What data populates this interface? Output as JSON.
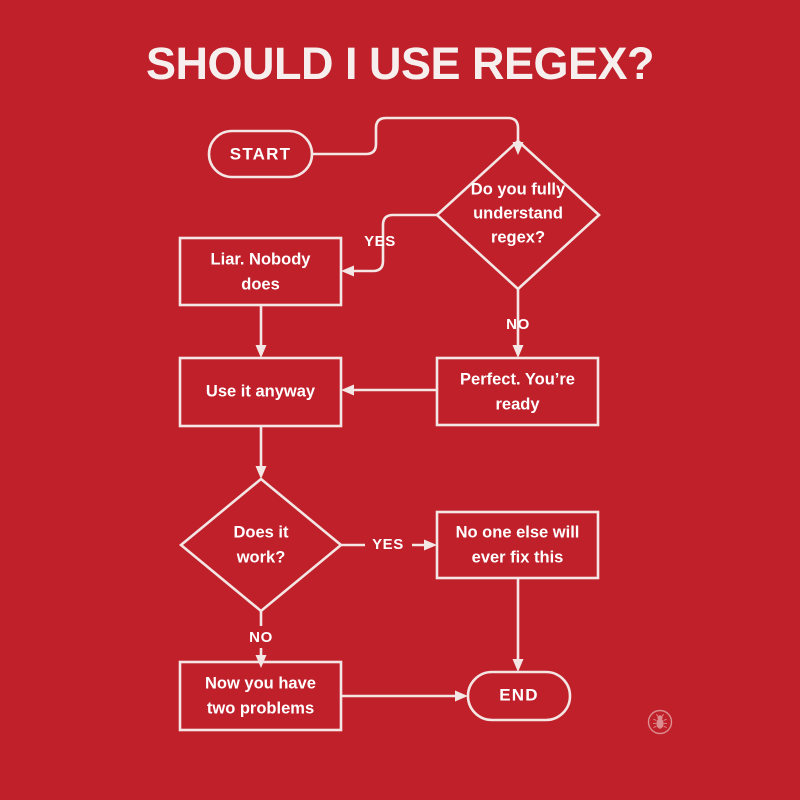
{
  "poster": {
    "title": "SHOULD I USE REGEX?",
    "background_color": "#c0202a",
    "line_color": "#f3e6e4",
    "text_color": "#ffffff"
  },
  "flowchart": {
    "nodes": [
      {
        "id": "start",
        "type": "terminator",
        "label": "START"
      },
      {
        "id": "q_understand",
        "type": "decision",
        "line1": "Do you fully",
        "line2": "understand",
        "line3": "regex?"
      },
      {
        "id": "liar",
        "type": "process",
        "line1": "Liar. Nobody",
        "line2": "does"
      },
      {
        "id": "perfect",
        "type": "process",
        "line1": "Perfect. You’re",
        "line2": "ready"
      },
      {
        "id": "use_anyway",
        "type": "process",
        "line1": "Use it anyway"
      },
      {
        "id": "q_work",
        "type": "decision",
        "line1": "Does it",
        "line2": "work?"
      },
      {
        "id": "no_one_fix",
        "type": "process",
        "line1": "No one else will",
        "line2": "ever fix this"
      },
      {
        "id": "two_problems",
        "type": "process",
        "line1": "Now you have",
        "line2": "two problems"
      },
      {
        "id": "end",
        "type": "terminator",
        "label": "END"
      }
    ],
    "edge_labels": {
      "understand_yes": "YES",
      "understand_no": "NO",
      "work_yes": "YES",
      "work_no": "NO"
    }
  },
  "logo": {
    "name": "bug-logo"
  }
}
